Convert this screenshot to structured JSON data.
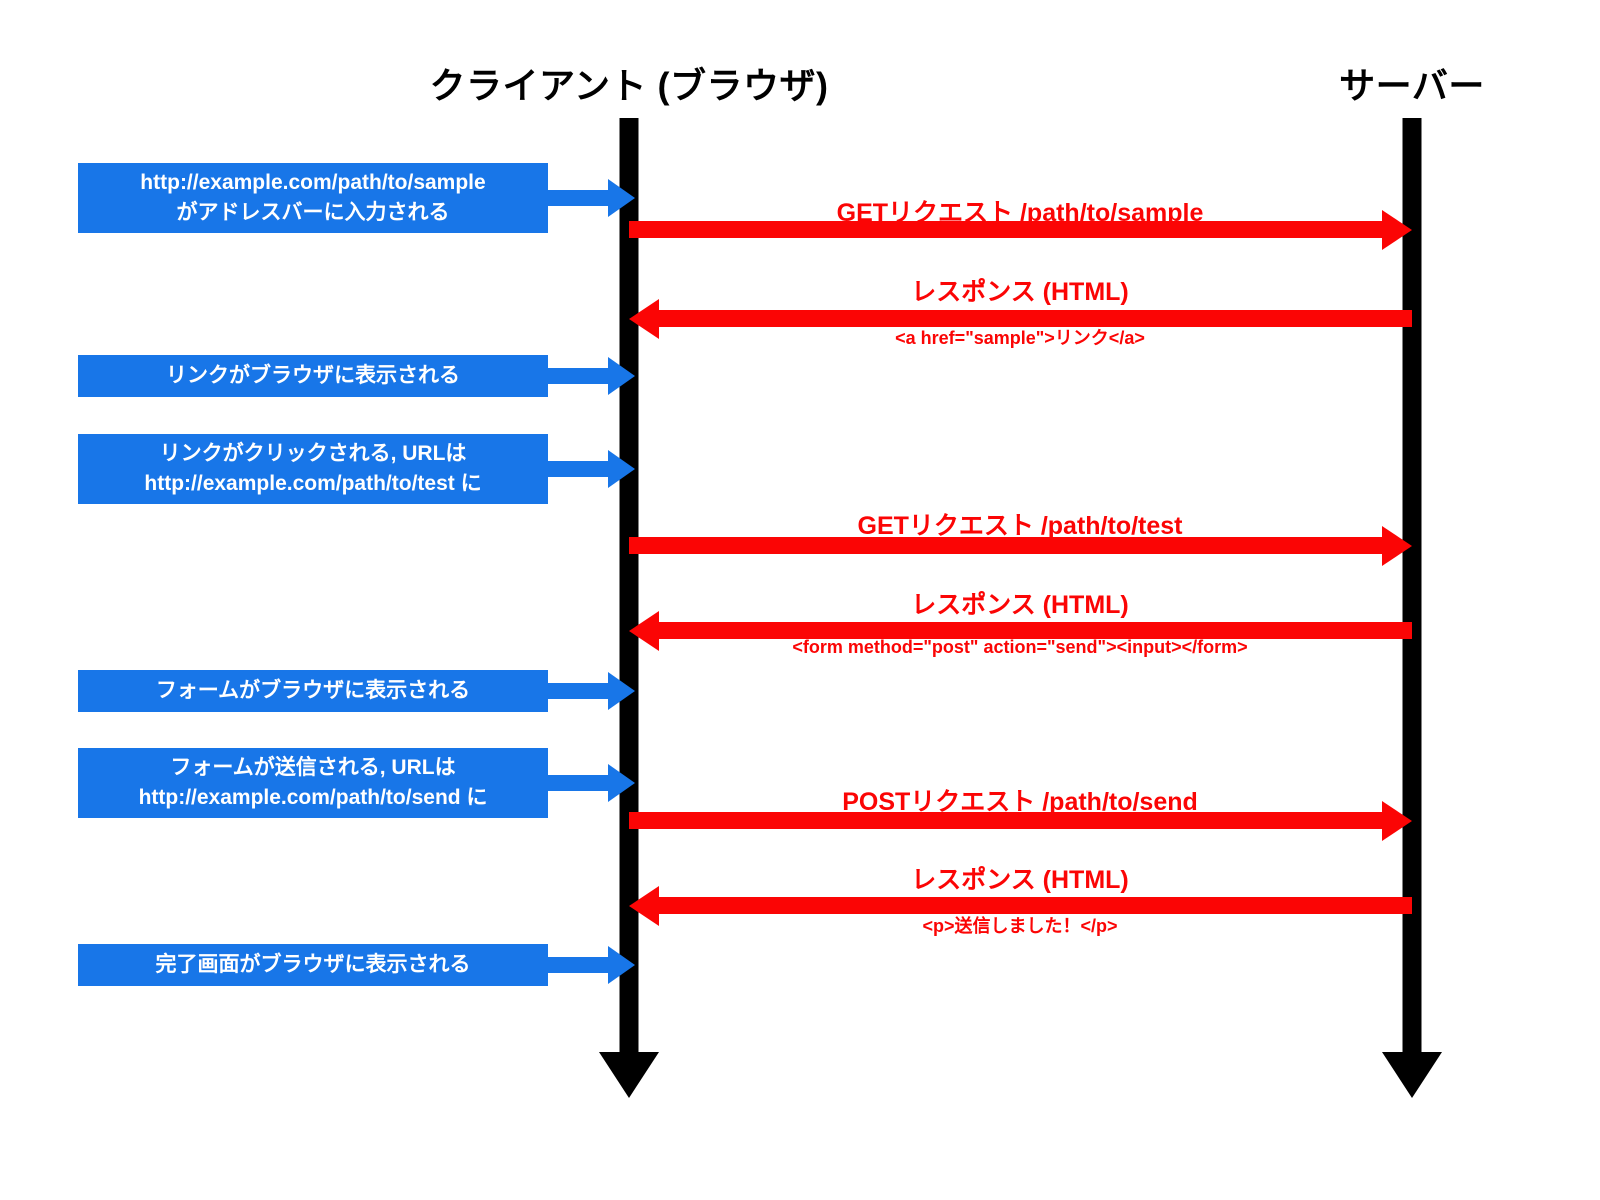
{
  "diagram": {
    "type": "sequence-diagram",
    "colors": {
      "client_note": "#1876e8",
      "message": "#fb0505",
      "lifeline": "#000000",
      "background": "#ffffff"
    },
    "actors": [
      {
        "id": "client",
        "label": "クライアント (ブラウザ)"
      },
      {
        "id": "server",
        "label": "サーバー"
      }
    ],
    "client_notes": [
      {
        "id": "note-url-entered",
        "lines": [
          "http://example.com/path/to/sample",
          "がアドレスバーに入力される"
        ]
      },
      {
        "id": "note-link-displayed",
        "lines": [
          "リンクがブラウザに表示される"
        ]
      },
      {
        "id": "note-link-clicked",
        "lines": [
          "リンクがクリックされる, URLは",
          "http://example.com/path/to/test に"
        ]
      },
      {
        "id": "note-form-displayed",
        "lines": [
          "フォームがブラウザに表示される"
        ]
      },
      {
        "id": "note-form-submitted",
        "lines": [
          "フォームが送信される, URLは",
          "http://example.com/path/to/send に"
        ]
      },
      {
        "id": "note-complete-displayed",
        "lines": [
          "完了画面がブラウザに表示される"
        ]
      }
    ],
    "messages": [
      {
        "id": "msg-get-sample",
        "direction": "client-to-server",
        "label": "GETリクエスト /path/to/sample",
        "snippet": ""
      },
      {
        "id": "msg-response-link",
        "direction": "server-to-client",
        "label": "レスポンス (HTML)",
        "snippet": "<a href=\"sample\">リンク</a>"
      },
      {
        "id": "msg-get-test",
        "direction": "client-to-server",
        "label": "GETリクエスト /path/to/test",
        "snippet": ""
      },
      {
        "id": "msg-response-form",
        "direction": "server-to-client",
        "label": "レスポンス (HTML)",
        "snippet": "<form method=\"post\" action=\"send\"><input></form>"
      },
      {
        "id": "msg-post-send",
        "direction": "client-to-server",
        "label": "POSTリクエスト /path/to/send",
        "snippet": ""
      },
      {
        "id": "msg-response-complete",
        "direction": "server-to-client",
        "label": "レスポンス (HTML)",
        "snippet": "<p>送信しました！</p>"
      }
    ]
  }
}
